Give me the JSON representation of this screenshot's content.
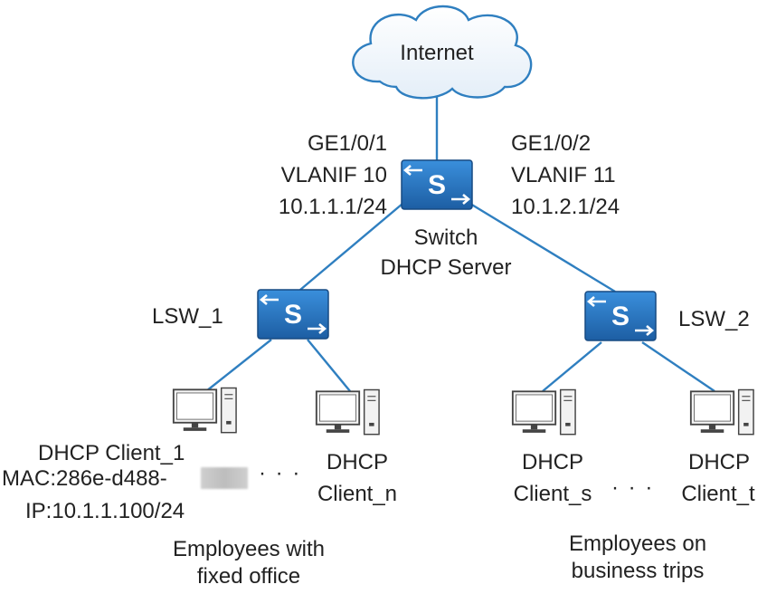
{
  "colors": {
    "link": "#2f7fc0",
    "switch_top": "#2b7fd0",
    "switch_bottom": "#1e5fa6",
    "text": "#222222"
  },
  "nodes": {
    "internet": {
      "label": "Internet",
      "icon": "cloud-icon"
    },
    "core_switch": {
      "icon": "switch-icon",
      "glyph": "S",
      "label_line1": "Switch",
      "label_line2": "DHCP Server"
    },
    "lsw1": {
      "icon": "switch-icon",
      "glyph": "S",
      "label": "LSW_1"
    },
    "lsw2": {
      "icon": "switch-icon",
      "glyph": "S",
      "label": "LSW_2"
    },
    "client_1": {
      "icon": "computer-icon",
      "line1": "DHCP Client_1",
      "line2": "MAC:286e-d488-",
      "line3": "IP:10.1.1.100/24"
    },
    "client_n": {
      "icon": "computer-icon",
      "line1": "DHCP",
      "line2": "Client_n"
    },
    "client_s": {
      "icon": "computer-icon",
      "line1": "DHCP",
      "line2": "Client_s"
    },
    "client_t": {
      "icon": "computer-icon",
      "line1": "DHCP",
      "line2": "Client_t"
    }
  },
  "interfaces": {
    "left": {
      "port": "GE1/0/1",
      "vlanif": "VLANIF 10",
      "ip": "10.1.1.1/24"
    },
    "right": {
      "port": "GE1/0/2",
      "vlanif": "VLANIF 11",
      "ip": "10.1.2.1/24"
    }
  },
  "ellipsis": "· · ·",
  "groups": {
    "fixed": {
      "line1": "Employees with",
      "line2": "fixed office"
    },
    "travel": {
      "line1": "Employees on",
      "line2": "business trips"
    }
  }
}
